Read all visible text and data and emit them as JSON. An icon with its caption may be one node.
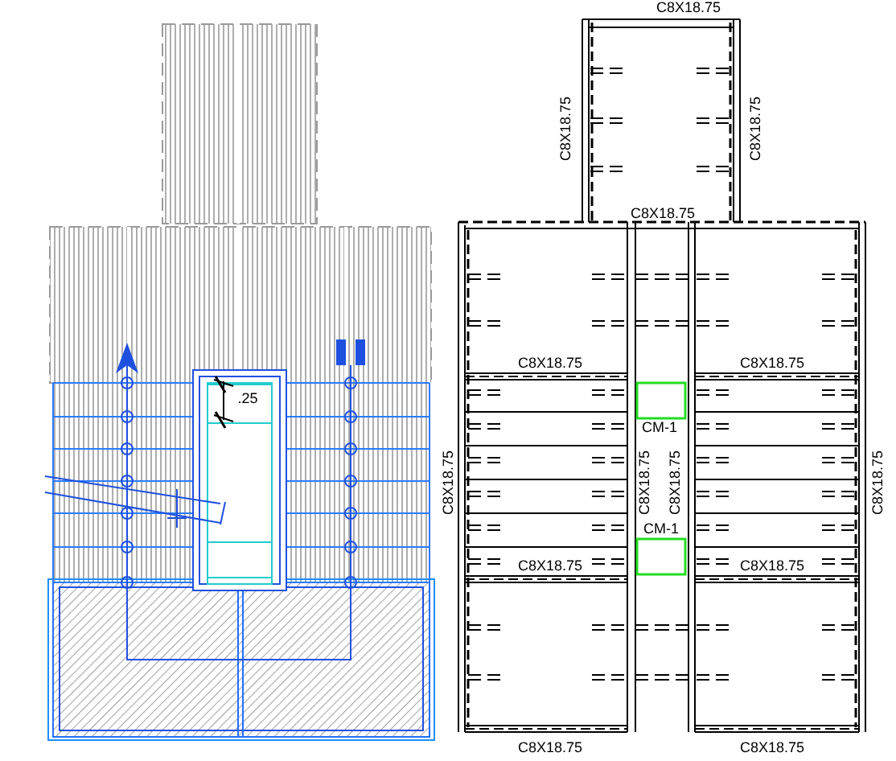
{
  "diagram": {
    "labels": [
      ".25",
      "C8X18.75",
      "C8X18.75",
      "C8X18.75",
      "C8X18.75",
      "C8X18.75",
      "C8X18.75",
      "C8X18.75",
      "CM-1",
      "C8X18.75",
      "C8X18.75",
      "C8X18.75",
      "CM-1",
      "C8X18.75",
      "C8X18.75",
      "C8X18.75",
      "C8X18.75"
    ]
  }
}
